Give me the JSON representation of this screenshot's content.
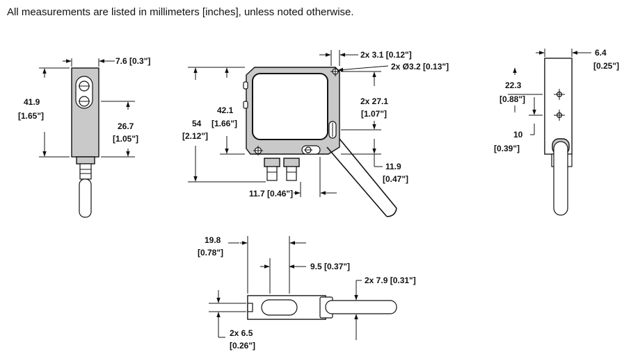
{
  "note": "All measurements are listed in millimeters [inches], unless noted otherwise.",
  "left_view": {
    "top_width": "7.6 [0.3\"]",
    "height_mm": "41.9",
    "height_in": "[1.65\"]",
    "hole_mm": "26.7",
    "hole_in": "[1.05\"]"
  },
  "front_view": {
    "hole_offset": "2x 3.1 [0.12\"]",
    "hole_diameter": "2x Ø3.2 [0.13\"]",
    "height_mm": "54",
    "height_in": "[2.12\"]",
    "inner_mm": "42.1",
    "inner_in": "[1.66\"]",
    "hole_spacing_mm": "2x 27.1",
    "hole_spacing_in": "[1.07\"]",
    "bottom_mm": "11.9",
    "bottom_in": "[0.47\"]",
    "cable_offset": "11.7 [0.46\"]"
  },
  "right_view": {
    "width_mm": "6.4",
    "width_in": "[0.25\"]",
    "hole_mm": "22.3",
    "hole_in": "[0.88\"]",
    "cable_mm": "10",
    "cable_in": "[0.39\"]"
  },
  "bottom_view": {
    "left_mm": "19.8",
    "left_in": "[0.78\"]",
    "spacing": "9.5 [0.37\"]",
    "diameter": "2x 7.9 [0.31\"]",
    "height_mm": "2x 6.5",
    "height_in": "[0.26\"]"
  }
}
